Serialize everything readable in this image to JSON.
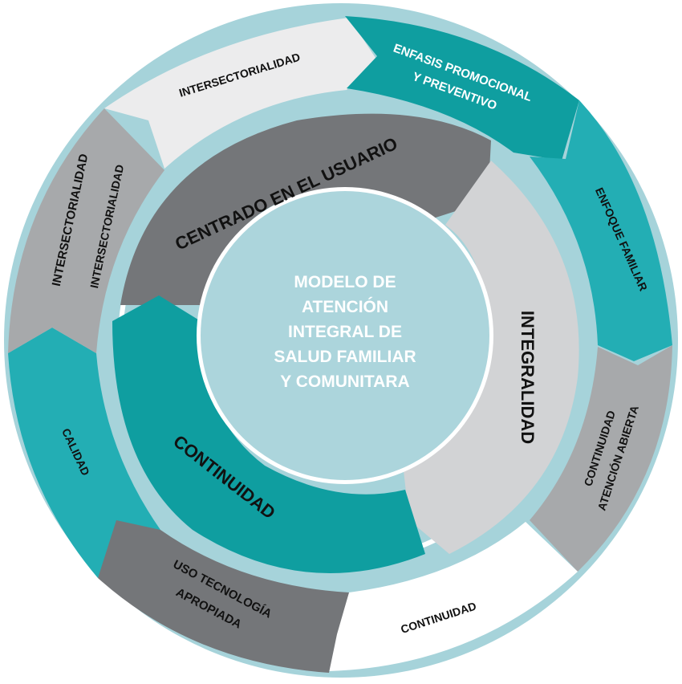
{
  "center": {
    "lines": [
      "MODELO DE",
      "ATENCIÓN",
      "INTEGRAL DE",
      "SALUD FAMILIAR",
      "Y COMUNITARA"
    ]
  },
  "inner_ring": {
    "centrado": "CENTRADO EN EL USUARIO",
    "integralidad": "INTEGRALIDAD",
    "continuidad": "CONTINUIDAD"
  },
  "outer_ring": {
    "intersectorialidad_top": "INTERSECTORIALIDAD",
    "enfasis_line1": "ENFASIS  PROMOCIONAL",
    "enfasis_line2": "Y PREVENTIVO",
    "enfoque_familiar": "ENFOQUE FAMILIAR",
    "continuidad_line1": "CONTINUIDAD",
    "continuidad_line2": "ATENCIÓN ABIERTA",
    "continuidad_bottom": "CONTINUIDAD",
    "uso_line1": "USO TECNOLOGÍA",
    "uso_line2": "APROPIADA",
    "calidad": "CALIDAD",
    "intersectorialidad_left1": "INTERSECTORIALIDAD",
    "intersectorialidad_left2": "INTERSECTORIALIDAD"
  },
  "colors": {
    "ring_border": "#a6d3da",
    "teal_dark": "#0f9ea0",
    "teal_mid": "#23aeb4",
    "gray_dark": "#747679",
    "gray_mid": "#a7a9ab",
    "gray_light": "#d2d3d5",
    "off_white": "#ececed",
    "center_fill": "#acd5dc"
  }
}
